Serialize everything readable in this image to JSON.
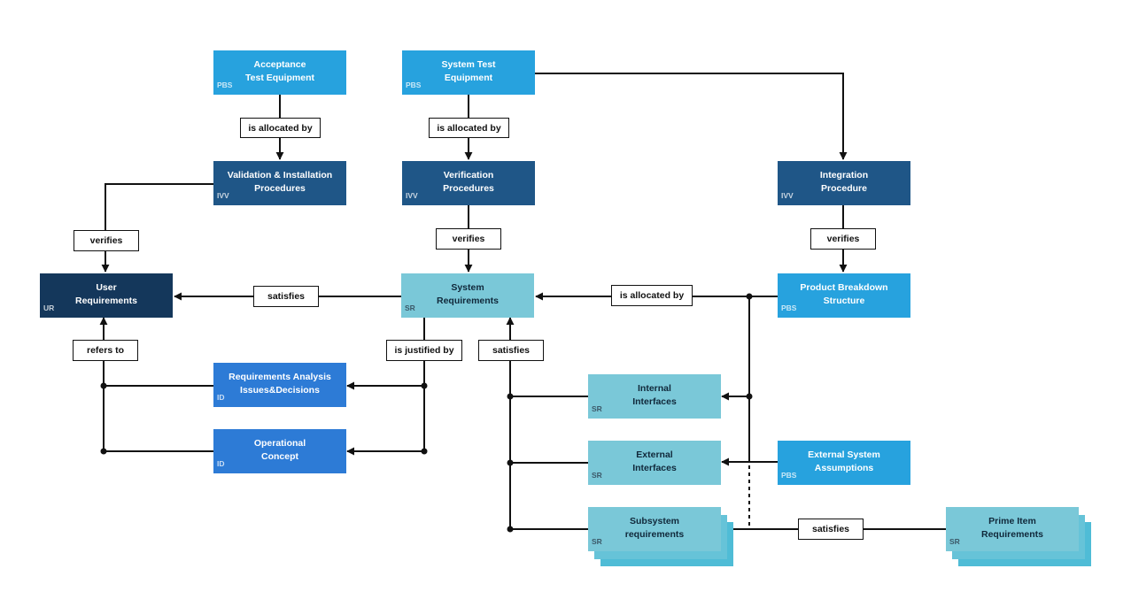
{
  "nodes": {
    "acceptance_test_equipment": {
      "title": "Acceptance\nTest Equipment",
      "tag": "PBS"
    },
    "system_test_equipment": {
      "title": "System Test\nEquipment",
      "tag": "PBS"
    },
    "validation_installation_procedures": {
      "title": "Validation & Installation\nProcedures",
      "tag": "IVV"
    },
    "verification_procedures": {
      "title": "Verification\nProcedures",
      "tag": "IVV"
    },
    "integration_procedure": {
      "title": "Integration\nProcedure",
      "tag": "IVV"
    },
    "user_requirements": {
      "title": "User\nRequirements",
      "tag": "UR"
    },
    "system_requirements": {
      "title": "System\nRequirements",
      "tag": "SR"
    },
    "product_breakdown_structure": {
      "title": "Product Breakdown\nStructure",
      "tag": "PBS"
    },
    "requirements_analysis": {
      "title": "Requirements Analysis\nIssues&Decisions",
      "tag": "ID"
    },
    "operational_concept": {
      "title": "Operational\nConcept",
      "tag": "ID"
    },
    "internal_interfaces": {
      "title": "Internal\nInterfaces",
      "tag": "SR"
    },
    "external_interfaces": {
      "title": "External\nInterfaces",
      "tag": "SR"
    },
    "external_system_assumptions": {
      "title": "External System\nAssumptions",
      "tag": "PBS"
    },
    "subsystem_requirements": {
      "title": "Subsystem\nrequirements",
      "tag": "SR"
    },
    "prime_item_requirements": {
      "title": "Prime Item\nRequirements",
      "tag": "SR"
    }
  },
  "relations": {
    "allocated_acceptance": "is allocated by",
    "allocated_system_test": "is allocated by",
    "verifies_user": "verifies",
    "verifies_system": "verifies",
    "verifies_pbs": "verifies",
    "satisfies_user": "satisfies",
    "allocated_pbs": "is allocated by",
    "refers_to": "refers to",
    "justified_by": "is justified by",
    "satisfies_subsystems": "satisfies",
    "satisfies_prime": "satisfies"
  },
  "colors": {
    "pbs": "#27a2de",
    "ivv": "#1f5687",
    "ur": "#14375b",
    "sr": "#7ac8d8",
    "id": "#2d7bd6",
    "line": "#111111"
  }
}
